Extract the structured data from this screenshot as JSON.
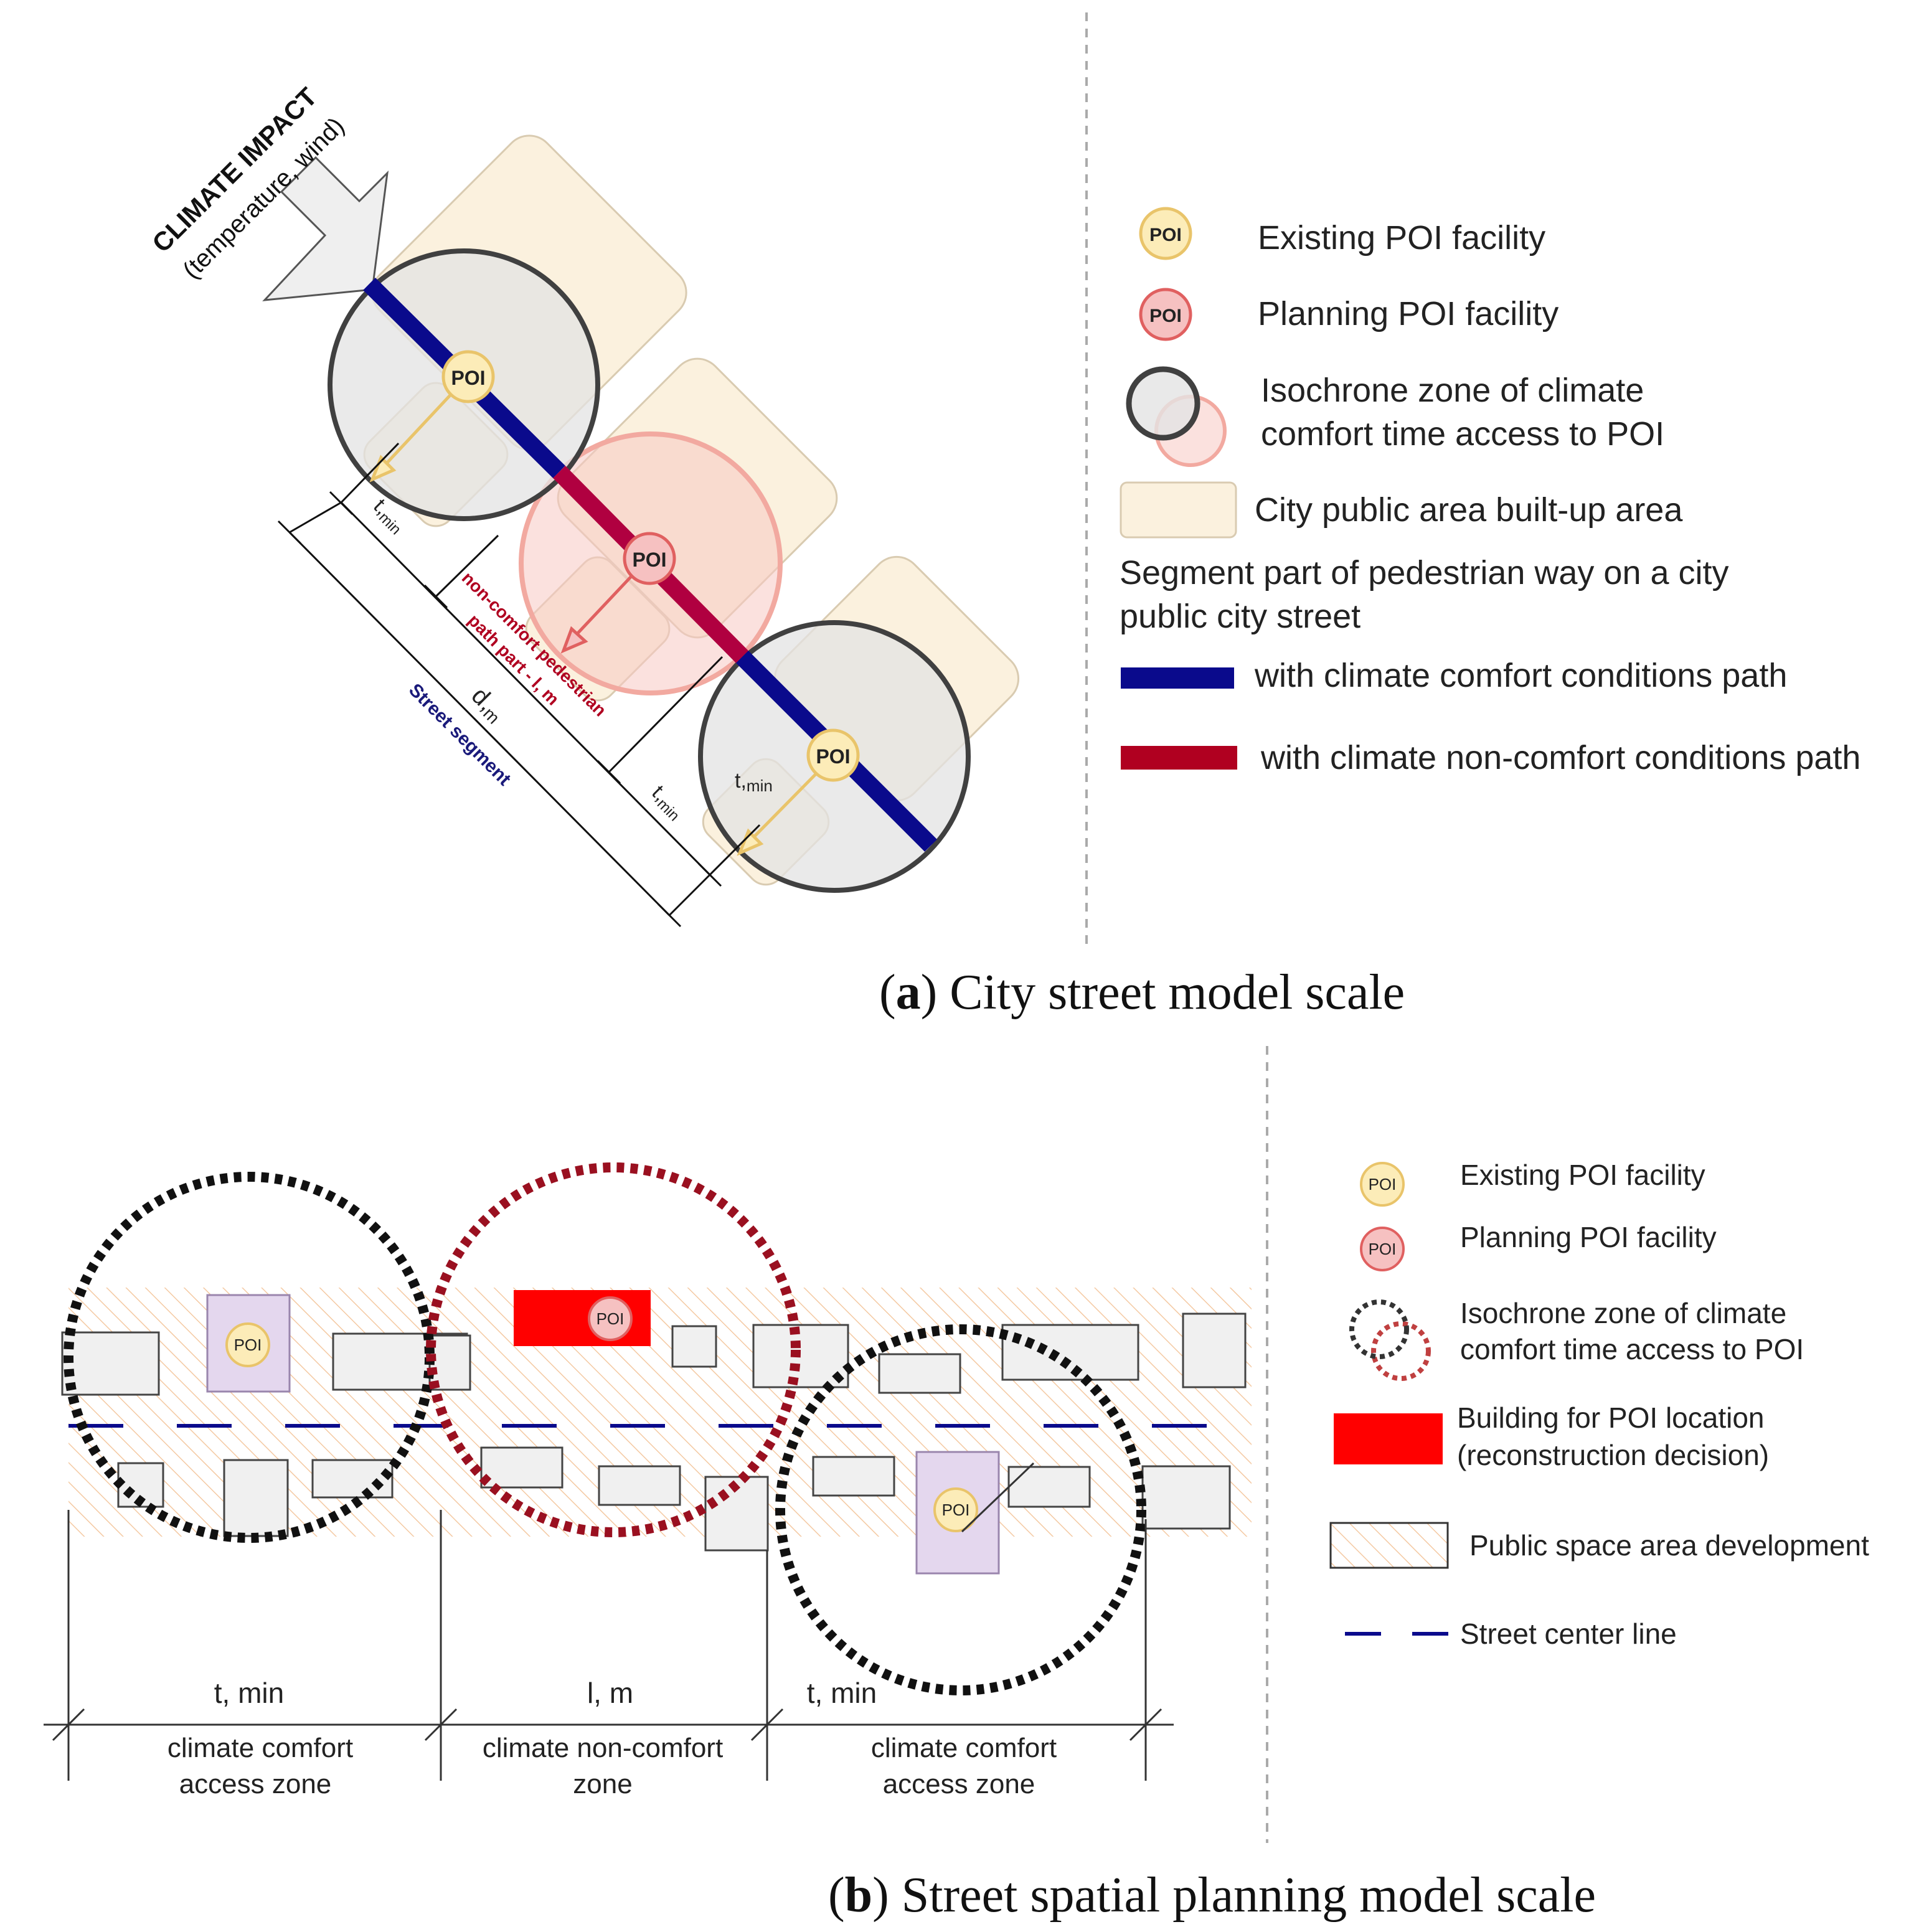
{
  "panel_a": {
    "climate_impact": {
      "title": "CLIMATE  IMPACT",
      "subtitle": "(temperature, wind)"
    },
    "poi_label": "POI",
    "dims": {
      "t_min_1": "t,",
      "t_min_1_sub": "min",
      "t_min_2": "t,",
      "t_min_2_sub": "min",
      "t_min_3": "t,",
      "t_min_3_sub": "min",
      "non_comfort_line1": "non-comfort pedestrian",
      "non_comfort_line2": "path part - l, m",
      "d_m": "d,",
      "d_m_sub": "m",
      "street_segment": "Street segment"
    },
    "legend": {
      "existing": "Existing POI facility",
      "planning": "Planning POI facility",
      "isochrone_line1": "Isochrone zone of climate",
      "isochrone_line2": "comfort time access to POI",
      "builtup": "City public area built-up area",
      "segment_line1": "Segment part of pedestrian way on a city",
      "segment_line2": "public city street",
      "comfort_path": "with climate comfort conditions path",
      "noncomfort_path": "with climate non-comfort conditions path"
    },
    "caption_letter": "a",
    "caption_text": ") City street model scale",
    "colors": {
      "comfort": "#0a0a8c",
      "noncomfort": "#b00020",
      "builtup_fill": "#fbf1de",
      "poi_existing": "#fcecb8",
      "poi_planning": "#f6c1c1"
    }
  },
  "panel_b": {
    "poi_label": "POI",
    "dims": {
      "t_min_left": "t, min",
      "l_m": "l, m",
      "t_min_right": "t, min",
      "zone1_line1": "climate comfort",
      "zone1_line2": "access  zone",
      "zone2_line1": "climate non-comfort",
      "zone2_line2": "zone",
      "zone3_line1": "climate comfort",
      "zone3_line2": "access  zone"
    },
    "legend": {
      "existing": "Existing POI facility",
      "planning": "Planning POI facility",
      "isochrone_line1": "Isochrone zone of climate",
      "isochrone_line2": "comfort time access to POI",
      "building_line1": "Building for POI location",
      "building_line2": "(reconstruction decision)",
      "public_space": "Public space area development",
      "center_line": "Street  center line"
    },
    "caption_letter": "b",
    "caption_text": ") Street spatial planning model scale",
    "colors": {
      "reconstruction": "#ff0000",
      "poi_building": "#e4d7ee",
      "center_line": "#0a0a8c",
      "hatch": "#f4c9a2"
    }
  }
}
